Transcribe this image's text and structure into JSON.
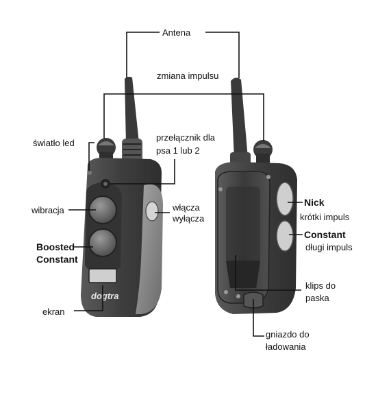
{
  "labels": {
    "antena": "Antena",
    "zmiana_impulsu": "zmiana impulsu",
    "swiatlo_led": "światło led",
    "przelacznik_line1": "przełącznik dla",
    "przelacznik_line2": "psa 1 lub 2",
    "wibracja": "wibracja",
    "boosted": "Boosted",
    "constant_left": "Constant",
    "ekran": "ekran",
    "wlacza": "włącza",
    "wylacza": "wyłącza",
    "nick": "Nick",
    "krotki_impuls": "krótki impuls",
    "constant_right": "Constant",
    "dlugi_impuls": "długi impuls",
    "klips_line1": "klips do",
    "klips_line2": "paska",
    "gniazdo_line1": "gniazdo do",
    "gniazdo_line2": "ładowania"
  },
  "device": {
    "brand": "dogtra"
  },
  "colors": {
    "body": "#4a4a4a",
    "body_dark": "#2b2b2b",
    "grip": "#8a8a8a",
    "button": "#7a7a7a",
    "line": "#111111"
  }
}
